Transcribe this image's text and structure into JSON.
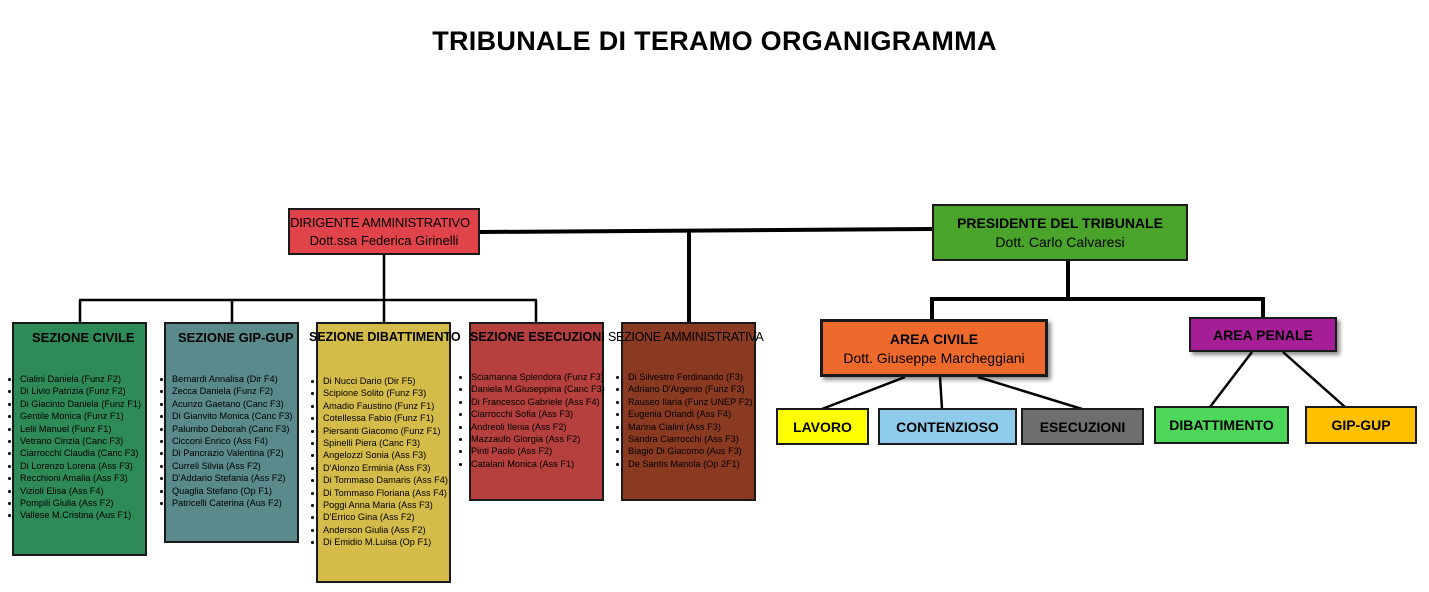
{
  "title": "TRIBUNALE DI TERAMO ORGANIGRAMMA",
  "dirigente": {
    "role": "DIRIGENTE AMMINISTRATIVO",
    "name": "Dott.ssa Federica Girinelli"
  },
  "presidente": {
    "role": "PRESIDENTE DEL TRIBUNALE",
    "name": "Dott. Carlo Calvaresi"
  },
  "sections": [
    {
      "title": "SEZIONE CIVILE",
      "color": "#2e8b57",
      "staff": [
        "Cialini Daniela (Funz F2)",
        "Di Livio Patrizia (Funz F2)",
        "Di Giacinto Daniela (Funz F1)",
        "Gentile Monica (Funz F1)",
        "Lelii Manuel (Funz F1)",
        "Vetrano Cinzia (Canc F3)",
        "Ciarrocchi Claudia (Canc F3)",
        "Di Lorenzo Lorena (Ass F3)",
        "Recchioni Amalia (Ass F3)",
        "Vizioli Elisa (Ass F4)",
        "Pompili Giulia (Ass F2)",
        "Vallese M.Cristina (Aus F1)"
      ]
    },
    {
      "title": "SEZIONE GIP-GUP",
      "color": "#5a8a8c",
      "staff": [
        "Bernardi Annalisa (Dir F4)",
        "Zecca Daniela (Funz F2)",
        "Acunzo Gaetano (Canc F3)",
        "Di Gianvito Monica (Canc F3)",
        "Palumbo Deborah (Canc F3)",
        "Cicconi Enrico (Ass F4)",
        "Di Pancrazio Valentina (F2)",
        "Curreli Silvia (Ass F2)",
        "D'Addario Stefania (Ass F2)",
        "Quaglia Stefano (Op F1)",
        "Patricelli Caterina (Aus F2)"
      ]
    },
    {
      "title": "SEZIONE DIBATTIMENTO",
      "color": "#d4bc4a",
      "staff": [
        "Di Nucci Dario (Dir F5)",
        "Scipione Solito (Funz F3)",
        "Amadio Faustino (Funz F1)",
        "Cotellessa Fabio (Funz F1)",
        "Piersanti Giacomo (Funz F1)",
        "Spinelli Piera (Canc F3)",
        "Angelozzi Sonia (Ass F3)",
        "D'Alonzo Erminia (Ass F3)",
        "Di Tommaso Damaris (Ass F4)",
        "Di Tommaso Floriana (Ass F4)",
        "Poggi Anna Maria (Ass F3)",
        "D'Errico Gina (Ass F2)",
        "Anderson Giulia (Ass F2)",
        "Di Emidio M.Luisa (Op F1)"
      ]
    },
    {
      "title": "SEZIONE ESECUZIONI",
      "color": "#b5403d",
      "staff": [
        "Sciamanna Splendora (Funz F3)",
        "Daniela M.Giuseppina (Canc F3)",
        "Di Francesco Gabriele (Ass F4)",
        "Ciarrocchi Sofia (Ass F3)",
        "Andreoli Ilenia (Ass F2)",
        "Mazzaufo Giorgia (Ass F2)",
        "Pinti Paolo (Ass F2)",
        "Catalani Monica (Ass F1)"
      ]
    },
    {
      "title": "SEZIONE AMMINISTRATIVA",
      "color": "#8b3a22",
      "staff": [
        "Di Silvestre Ferdinando (F3)",
        "Adriano D'Argenio (Funz F3)",
        "Rauseo Ilaria (Funz UNEP F2)",
        "Eugenia Orlandi (Ass F4)",
        "Marina Cialini (Ass F3)",
        "Sandra Ciarrocchi (Ass F3)",
        "Biagio Di Giacomo (Aus F3)",
        "De Santis Manola (Op 2F1)"
      ]
    }
  ],
  "area_civile": {
    "title": "AREA CIVILE",
    "name": "Dott. Giuseppe Marcheggiani",
    "color": "#ee6a2c",
    "children": [
      "LAVORO",
      "CONTENZIOSO",
      "ESECUZIONI"
    ]
  },
  "area_penale": {
    "title": "AREA PENALE",
    "color": "#a51e96",
    "children": [
      "DIBATTIMENTO",
      "GIP-GUP"
    ]
  },
  "colors": {
    "dirigente": "#e04349",
    "presidente": "#4aa42c",
    "lavoro": "#ffff00",
    "contenzioso": "#8ecbea",
    "esecuzioni": "#6e6e6e",
    "dibattimento": "#4cd65a",
    "gipgup": "#ffc000"
  }
}
